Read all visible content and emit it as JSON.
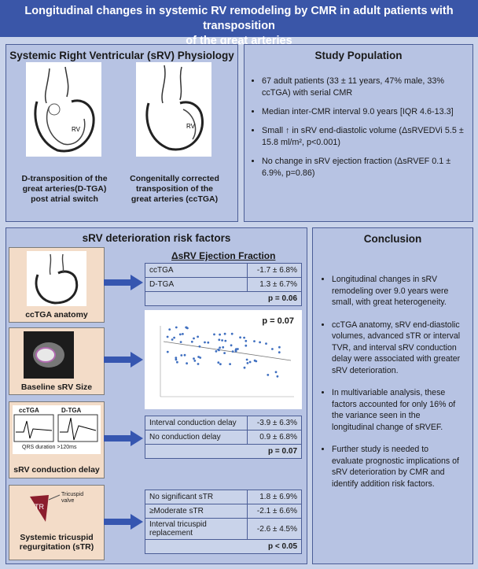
{
  "header": {
    "title_line1": "Longitudinal changes in systemic RV remodeling by CMR in adult patients with transposition",
    "title_line2": "of the great arteries"
  },
  "physiology": {
    "title": "Systemic Right Ventricular (sRV) Physiology",
    "left_caption": [
      "D-transposition of the",
      "great arteries(D-TGA)",
      "post atrial switch"
    ],
    "right_caption": [
      "Congenitally corrected",
      "transposition of the",
      "great arteries (ccTGA)"
    ],
    "rv_label": "RV"
  },
  "population": {
    "title": "Study Population",
    "bullets": [
      "67 adult patients (33 ± 11 years, 47% male, 33% ccTGA) with serial CMR",
      "Median inter-CMR interval 9.0 years [IQR 4.6-13.3]",
      "Small ↑ in sRV end-diastolic volume (ΔsRVEDVi 5.5 ± 15.8 ml/m², p<0.001)",
      "No change in sRV ejection fraction (ΔsRVEF 0.1 ± 6.9%, p=0.86)"
    ]
  },
  "risk": {
    "title": "sRV deterioration risk factors",
    "ef_heading": "ΔsRV Ejection Fraction",
    "side_labels": {
      "anatomy": "ccTGA anatomy",
      "size": "Baseline sRV Size",
      "conduction": "sRV conduction delay",
      "str_line1": "Systemic tricuspid",
      "str_line2": "regurgitation (sTR)"
    },
    "conduction_img": {
      "cctga": "ccTGA",
      "dtga": "D-TGA",
      "qrs": "QRS duration >120ms"
    },
    "str_img": {
      "tr": "TR",
      "valve_line1": "Tricuspid",
      "valve_line2": "valve"
    },
    "table1": {
      "rows": [
        [
          "ccTGA",
          "-1.7 ± 6.8%"
        ],
        [
          "D-TGA",
          "1.3 ± 6.7%"
        ]
      ],
      "p": "p = 0.06"
    },
    "scatter_p": "p = 0.07",
    "table2": {
      "rows": [
        [
          "Interval conduction delay",
          "-3.9 ± 6.3%"
        ],
        [
          "No conduction delay",
          "0.9 ± 6.8%"
        ]
      ],
      "p": "p = 0.07"
    },
    "table3": {
      "rows": [
        [
          "No significant sTR",
          "1.8 ± 6.9%"
        ],
        [
          "≥Moderate sTR",
          "-2.1 ± 6.6%"
        ],
        [
          "Interval tricuspid replacement",
          "-2.6 ± 4.5%"
        ]
      ],
      "p": "p < 0.05"
    }
  },
  "conclusion": {
    "title": "Conclusion",
    "bullets": [
      "Longitudinal changes in sRV remodeling over 9.0 years were small, with great heterogeneity.",
      "ccTGA anatomy, sRV end-diastolic volumes, advanced sTR or interval TVR, and interval sRV conduction delay were associated with greater sRV deterioration.",
      "In multivariable analysis, these factors accounted for only 16% of the variance seen in the longitudinal change of sRVEF.",
      "Further study is needed to evaluate prognostic implications of sRV deterioration by CMR and identify addition risk factors."
    ]
  },
  "colors": {
    "header": "#3a56a8",
    "panel": "#b7c3e3",
    "arrow": "#3656b0",
    "side": "#f3dcc8"
  }
}
